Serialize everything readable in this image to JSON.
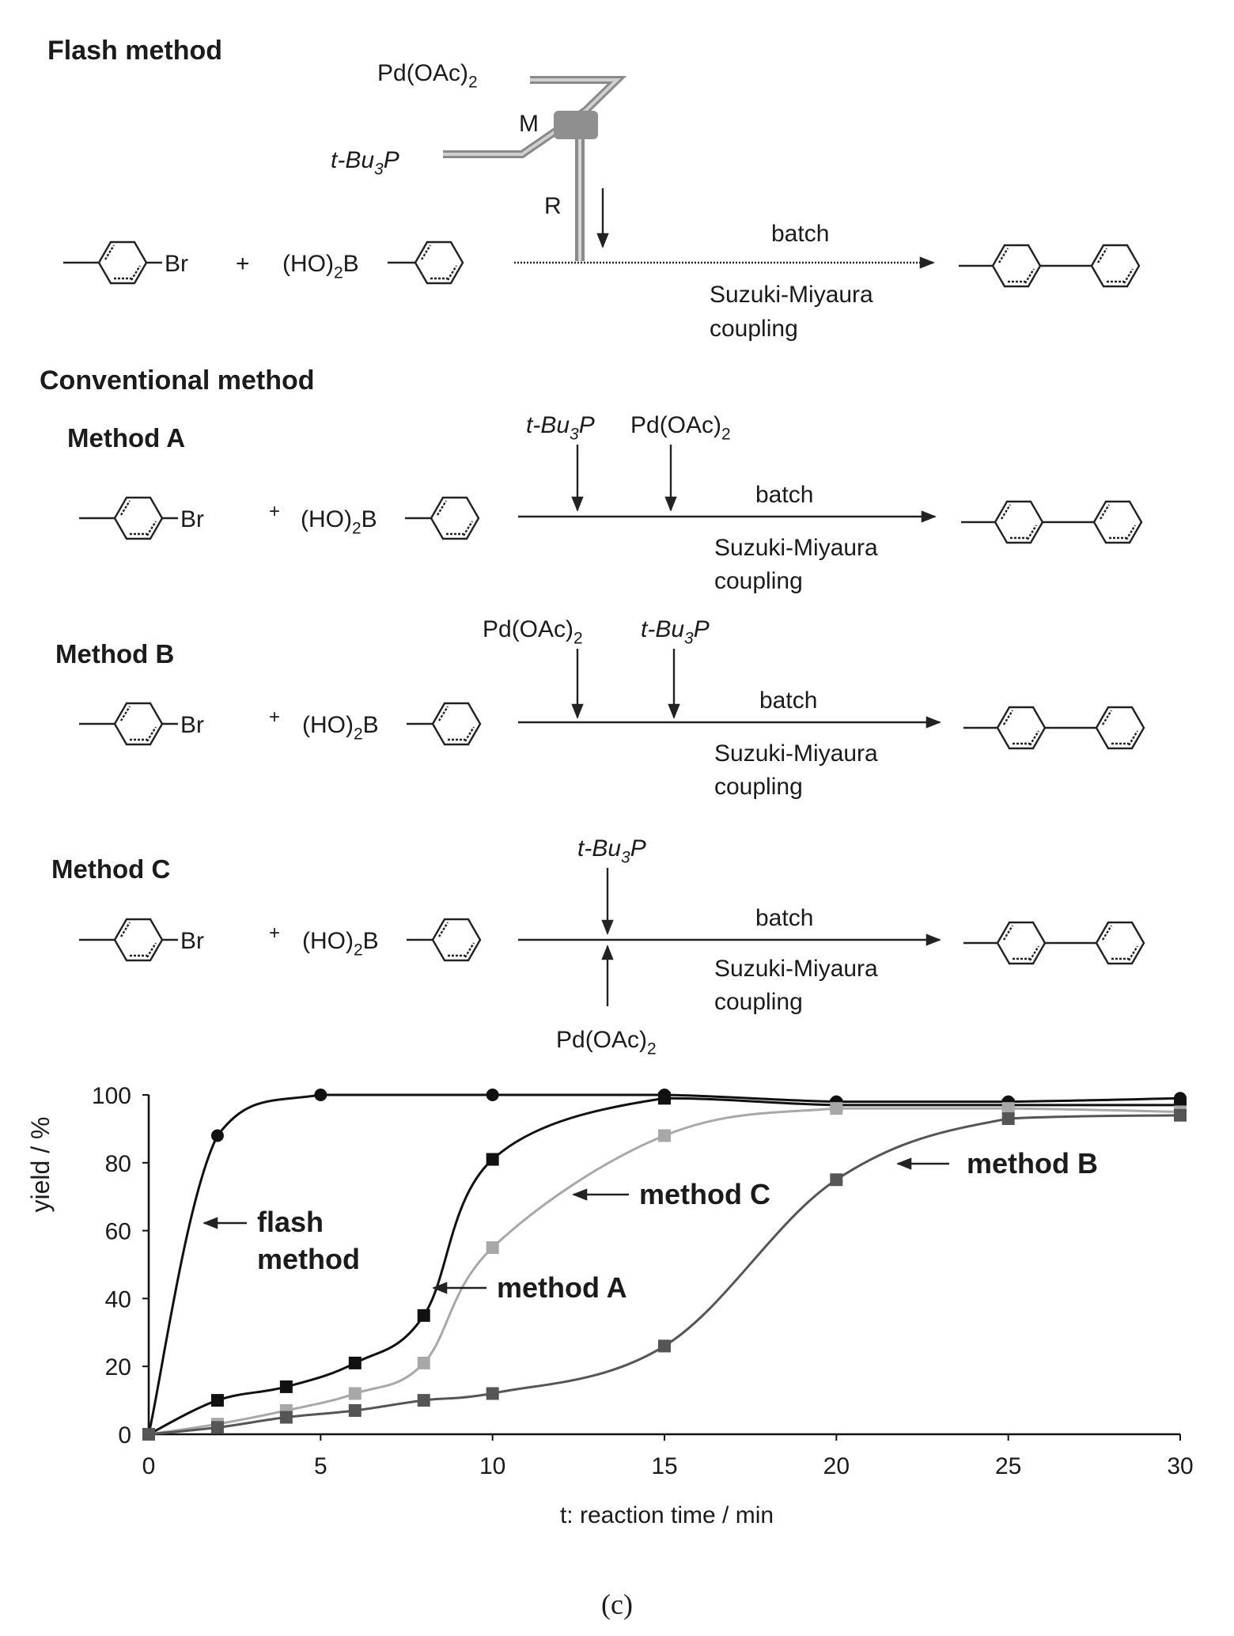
{
  "scheme": {
    "flash": {
      "title": "Flash method",
      "reagent_top": "Pd(OAc)2",
      "reagent_left": "t-Bu3P",
      "mixer_label": "M",
      "reactor_label": "R",
      "reactant_br": "Br",
      "plus": "+",
      "boronic_prefix": "(HO)2B",
      "condition_top": "batch",
      "condition_bottom_1": "Suzuki-Miyaura",
      "condition_bottom_2": "coupling"
    },
    "conventional_title": "Conventional method",
    "method_a": {
      "title": "Method A",
      "reagent_1": "t-Bu3P",
      "reagent_2": "Pd(OAc)2",
      "reactant_br": "Br",
      "plus": "+",
      "boronic_prefix": "(HO)2B",
      "condition_top": "batch",
      "condition_bottom_1": "Suzuki-Miyaura",
      "condition_bottom_2": "coupling"
    },
    "method_b": {
      "title": "Method B",
      "reagent_1": "Pd(OAc)2",
      "reagent_2": "t-Bu3P",
      "reactant_br": "Br",
      "plus": "+",
      "boronic_prefix": "(HO)2B",
      "condition_top": "batch",
      "condition_bottom_1": "Suzuki-Miyaura",
      "condition_bottom_2": "coupling"
    },
    "method_c": {
      "title": "Method C",
      "reagent_top": "t-Bu3P",
      "reagent_bottom": "Pd(OAc)2",
      "reactant_br": "Br",
      "plus": "+",
      "boronic_prefix": "(HO)2B",
      "condition_top": "batch",
      "condition_bottom_1": "Suzuki-Miyaura",
      "condition_bottom_2": "coupling"
    }
  },
  "chart_data": {
    "type": "line",
    "xlabel": "t: reaction time / min",
    "ylabel": "yield / %",
    "xlim": [
      0,
      30
    ],
    "ylim": [
      0,
      100
    ],
    "x_ticks": [
      0,
      5,
      10,
      15,
      20,
      25,
      30
    ],
    "y_ticks": [
      0,
      20,
      40,
      60,
      80,
      100
    ],
    "grid": false,
    "series": [
      {
        "name": "flash method",
        "color": "#111111",
        "marker": "circle",
        "x": [
          0,
          2,
          5,
          10,
          15,
          20,
          25,
          30
        ],
        "y": [
          0,
          88,
          100,
          100,
          100,
          98,
          98,
          99
        ]
      },
      {
        "name": "method A",
        "color": "#111111",
        "marker": "square",
        "x": [
          0,
          2,
          4,
          6,
          8,
          10,
          15,
          20,
          25,
          30
        ],
        "y": [
          0,
          10,
          14,
          21,
          35,
          81,
          99,
          97,
          97,
          97
        ]
      },
      {
        "name": "method C",
        "color": "#a8a8a8",
        "marker": "square",
        "x": [
          0,
          2,
          4,
          6,
          8,
          10,
          15,
          20,
          25,
          30
        ],
        "y": [
          0,
          3,
          7,
          12,
          21,
          55,
          88,
          96,
          96,
          95
        ]
      },
      {
        "name": "method B",
        "color": "#555555",
        "marker": "square",
        "x": [
          0,
          2,
          4,
          6,
          8,
          10,
          15,
          20,
          25,
          30
        ],
        "y": [
          0,
          2,
          5,
          7,
          10,
          12,
          26,
          75,
          93,
          94
        ]
      }
    ],
    "annotations": [
      {
        "text": "flash",
        "text2": "method"
      },
      {
        "text": "method A"
      },
      {
        "text": "method C"
      },
      {
        "text": "method B"
      }
    ],
    "caption": "(c)"
  }
}
